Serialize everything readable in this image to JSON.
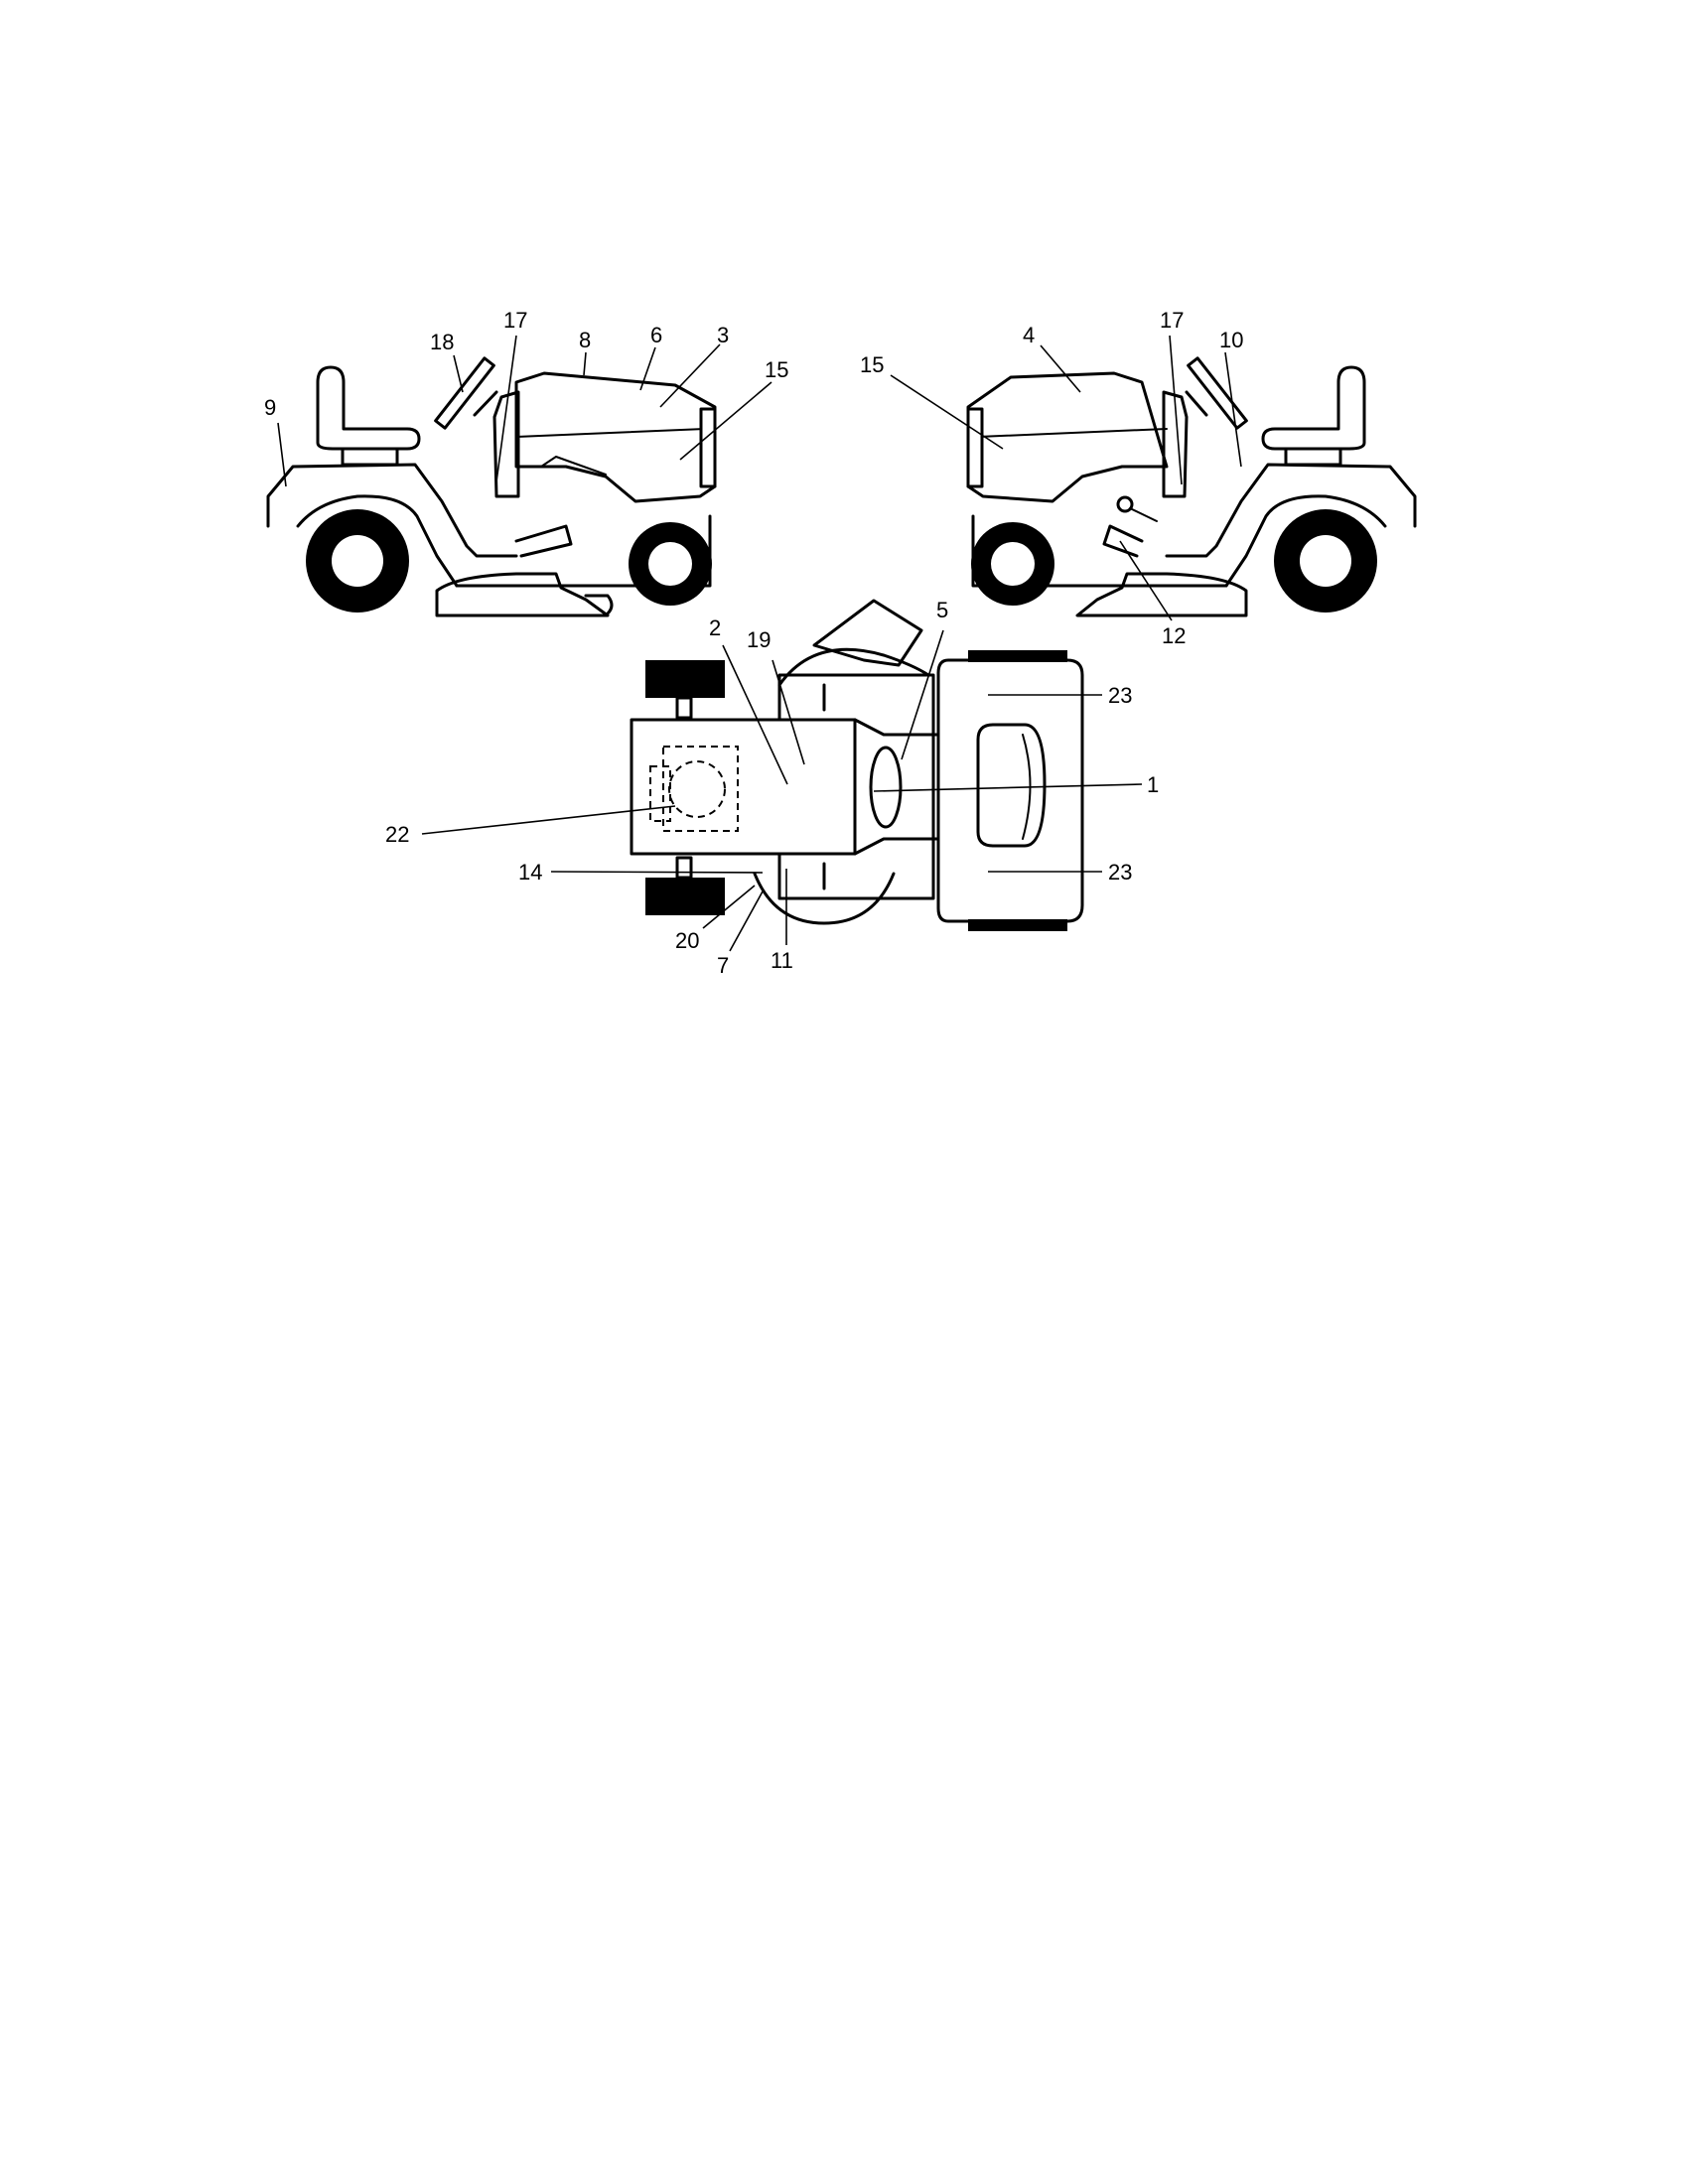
{
  "callouts": {
    "left_view": {
      "c9": "9",
      "c18": "18",
      "c17": "17",
      "c8": "8",
      "c6": "6",
      "c3": "3",
      "c15": "15"
    },
    "right_view": {
      "c15": "15",
      "c4": "4",
      "c17": "17",
      "c10": "10",
      "c12": "12"
    },
    "top_view": {
      "c2": "2",
      "c19": "19",
      "c5": "5",
      "c23a": "23",
      "c1": "1",
      "c22": "22",
      "c14": "14",
      "c23b": "23",
      "c20": "20",
      "c7": "7",
      "c11": "11"
    }
  }
}
